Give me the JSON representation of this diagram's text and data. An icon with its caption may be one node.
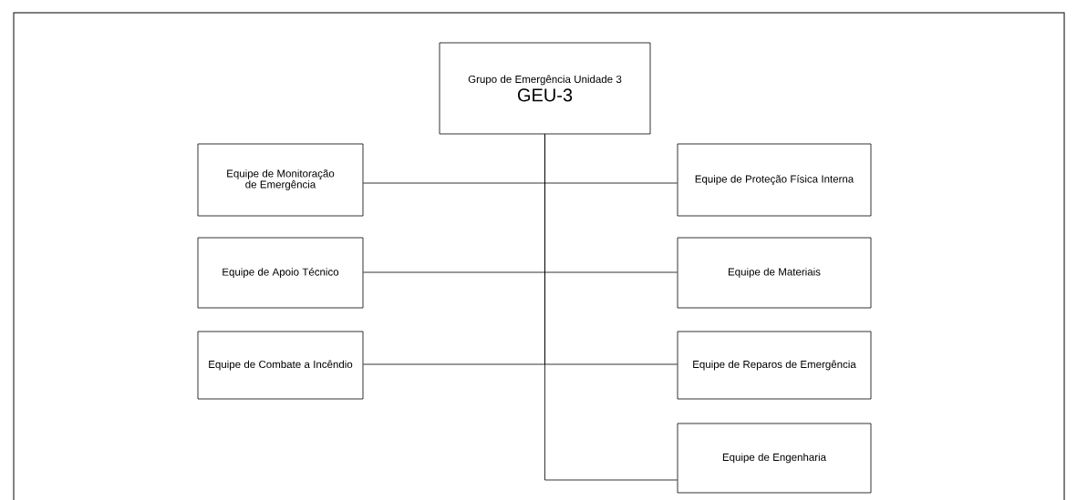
{
  "diagram": {
    "nodes": [
      {
        "text": [
          "Grupo de Emergência Unidade 3",
          "GEU-3"
        ]
      },
      {
        "text": [
          "Equipe de Monitoração de Emergência"
        ]
      },
      {
        "text": [
          "Equipe de Proteção Física Interna"
        ]
      },
      {
        "text": [
          "Equipe de Apoio Técnico"
        ]
      },
      {
        "text": [
          "Equipe de Materiais"
        ]
      },
      {
        "text": [
          "Equipe de Combate a Incêndio"
        ]
      },
      {
        "text": [
          "Equipe de Reparos de Emergência"
        ]
      },
      {
        "text": [
          "Equipe de Engenharia"
        ]
      }
    ],
    "edges": [
      {
        "from": 0,
        "to": 1,
        "arrow": "none"
      },
      {
        "from": 0,
        "to": 2,
        "arrow": "none"
      },
      {
        "from": 0,
        "to": 3,
        "arrow": "none"
      },
      {
        "from": 0,
        "to": 4,
        "arrow": "none"
      },
      {
        "from": 0,
        "to": 5,
        "arrow": "none"
      },
      {
        "from": 0,
        "to": 6,
        "arrow": "none"
      },
      {
        "from": 0,
        "to": 7,
        "arrow": "none"
      }
    ]
  }
}
